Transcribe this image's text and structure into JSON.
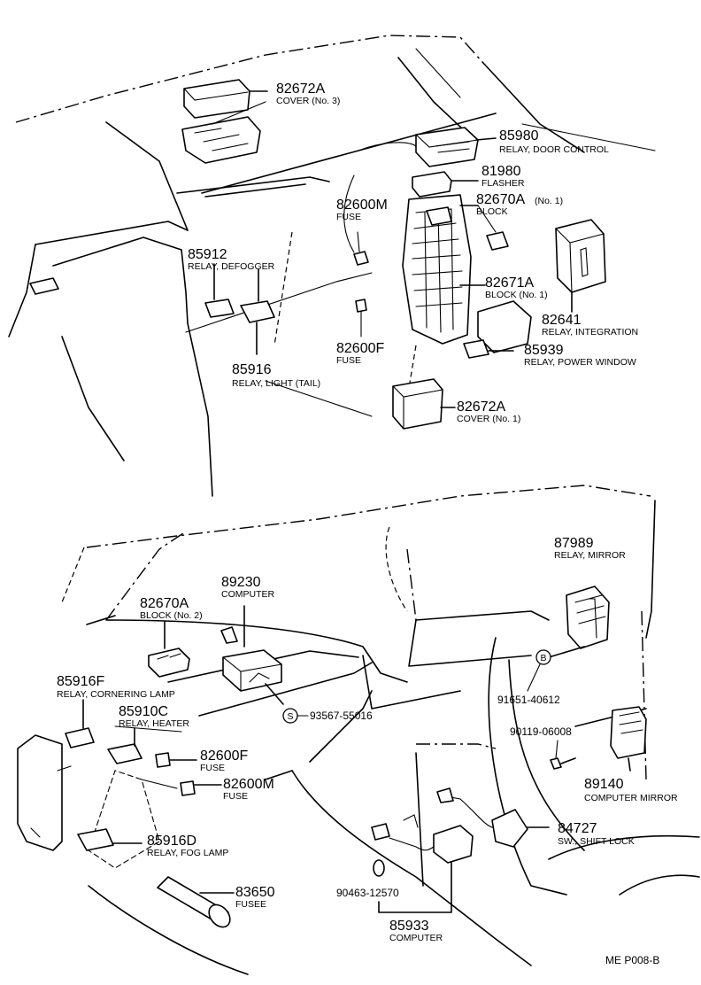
{
  "labels": [
    {
      "id": "cover-no3",
      "num": "82672A",
      "desc": "COVER (No. 3)"
    },
    {
      "id": "relay-door-control",
      "num": "85980",
      "desc": "RELAY, DOOR CONTROL"
    },
    {
      "id": "flasher",
      "num": "81980",
      "desc": "FLASHER"
    },
    {
      "id": "block-no1-a",
      "num": "82670A",
      "suffix": "(No. 1)",
      "desc": "BLOCK"
    },
    {
      "id": "fuse-82600m-top",
      "num": "82600M",
      "desc": "FUSE"
    },
    {
      "id": "relay-defogger",
      "num": "85912",
      "desc": "RELAY, DEFOGGER"
    },
    {
      "id": "block-no1-b",
      "num": "82671A",
      "desc": "BLOCK (No. 1)"
    },
    {
      "id": "relay-integration",
      "num": "82641",
      "desc": "RELAY, INTEGRATION"
    },
    {
      "id": "fuse-82600f-top",
      "num": "82600F",
      "desc": "FUSE"
    },
    {
      "id": "relay-power-window",
      "num": "85939",
      "desc": "RELAY, POWER WINDOW"
    },
    {
      "id": "relay-light-tail",
      "num": "85916",
      "desc": "RELAY, LIGHT (TAIL)"
    },
    {
      "id": "cover-no1",
      "num": "82672A",
      "desc": "COVER (No. 1)"
    },
    {
      "id": "relay-mirror",
      "num": "87989",
      "desc": "RELAY, MIRROR"
    },
    {
      "id": "computer-89230",
      "num": "89230",
      "desc": "COMPUTER"
    },
    {
      "id": "block-no2",
      "num": "82670A",
      "desc": "BLOCK (No. 2)"
    },
    {
      "id": "relay-cornering-lamp",
      "num": "85916F",
      "desc": "RELAY, CORNERING LAMP"
    },
    {
      "id": "relay-heater",
      "num": "85910C",
      "desc": "RELAY, HEATER"
    },
    {
      "id": "fuse-82600f-bottom",
      "num": "82600F",
      "desc": "FUSE"
    },
    {
      "id": "fuse-82600m-bottom",
      "num": "82600M",
      "desc": "FUSE"
    },
    {
      "id": "relay-fog-lamp",
      "num": "85916D",
      "desc": "RELAY, FOG LAMP"
    },
    {
      "id": "fusee",
      "num": "83650",
      "desc": "FUSEE"
    },
    {
      "id": "computer-mirror",
      "num": "89140",
      "desc": "COMPUTER MIRROR"
    },
    {
      "id": "sw-shift-lock",
      "num": "84727",
      "desc": "SW., SHIFT LOCK"
    },
    {
      "id": "computer-85933",
      "num": "85933",
      "desc": "COMPUTER"
    }
  ],
  "codes": {
    "screw_s": "93567-55016",
    "symbol_s": "S",
    "bolt_b": "91651-40612",
    "symbol_b": "B",
    "screw_90119": "90119-06008",
    "clip_90463": "90463-12570"
  },
  "figure_code": "ME P008-B"
}
